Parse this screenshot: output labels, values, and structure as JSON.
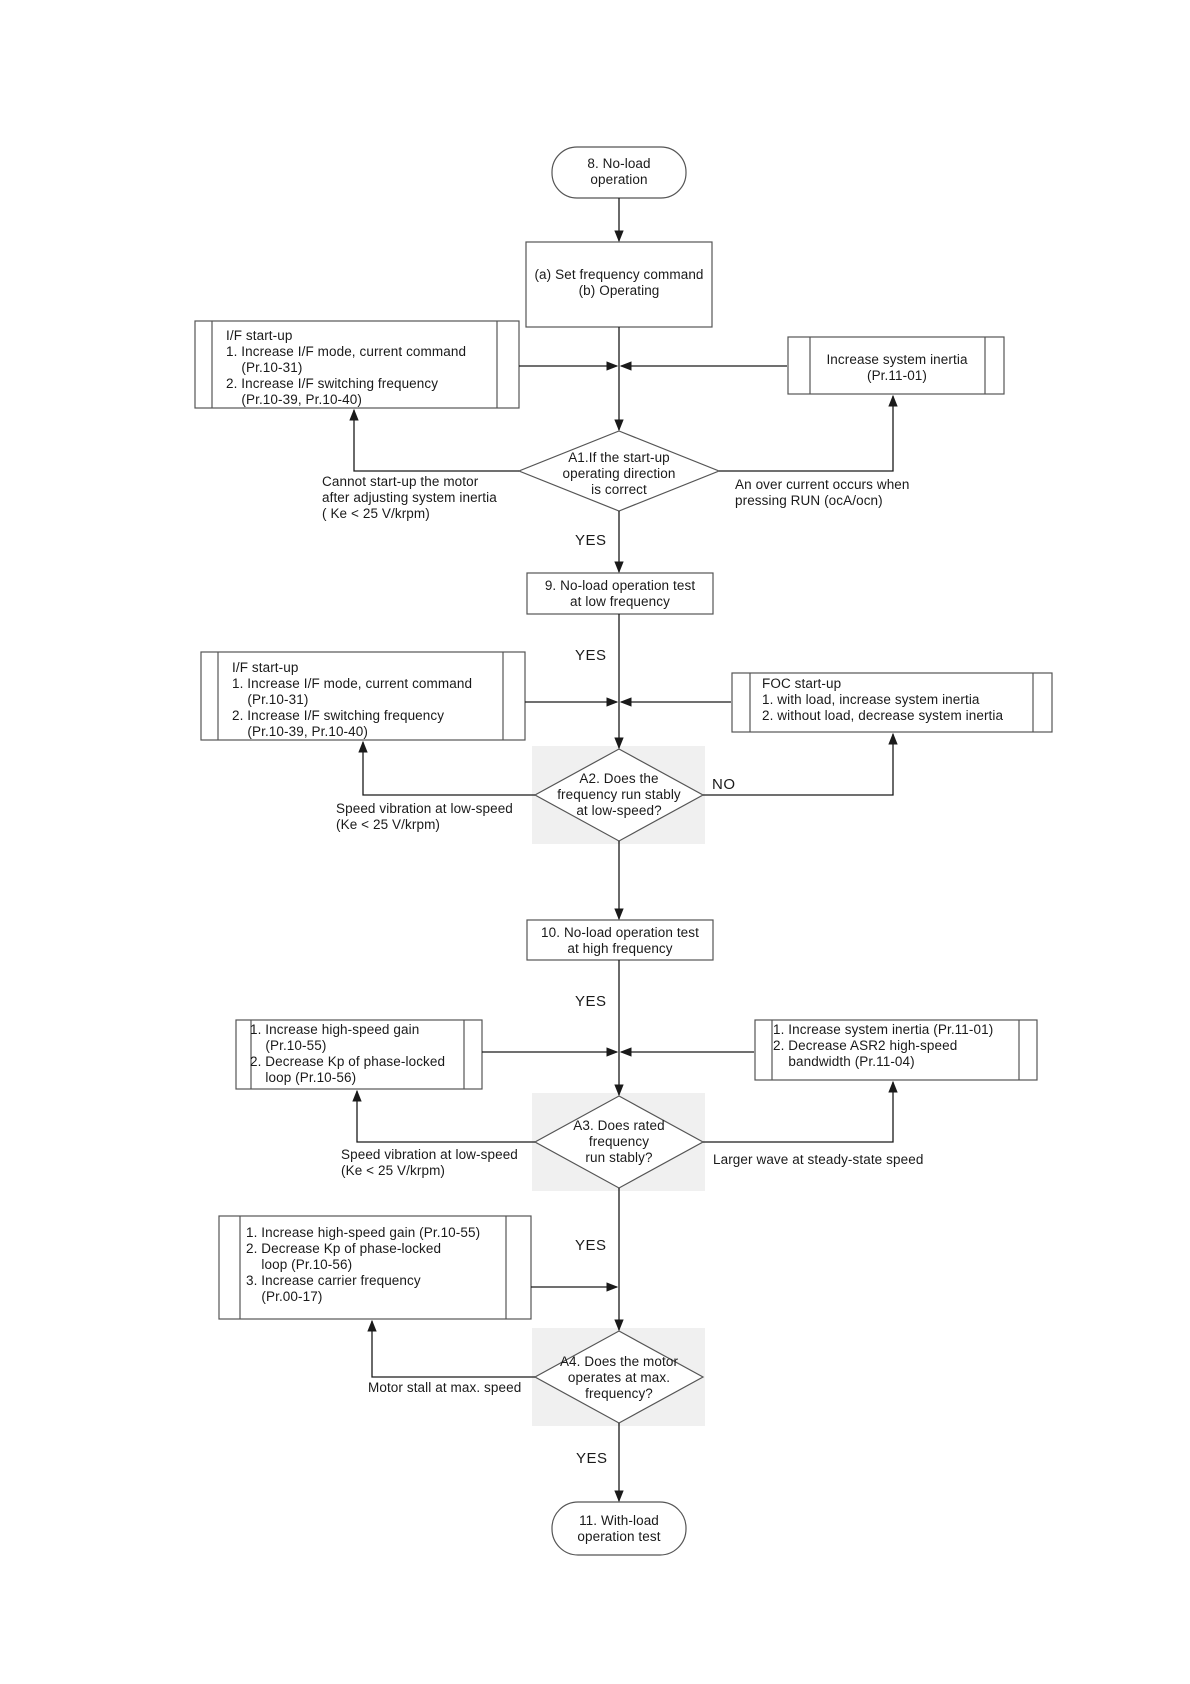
{
  "nodes": {
    "start": {
      "lines": [
        "8. No-load",
        "operation"
      ]
    },
    "set_freq": {
      "lines": [
        "(a) Set frequency command",
        "(b) Operating"
      ]
    },
    "if_startup_1": {
      "lines": [
        "I/F start-up",
        "1. Increase I/F mode, current command",
        "    (Pr.10-31)",
        "2. Increase I/F switching frequency",
        "    (Pr.10-39, Pr.10-40)"
      ]
    },
    "inertia_1": {
      "lines": [
        "Increase system inertia",
        "(Pr.11-01)"
      ]
    },
    "a1": {
      "lines": [
        "A1.If the start-up",
        "operating direction",
        "is correct"
      ]
    },
    "test9": {
      "lines": [
        "9. No-load operation test",
        "at low frequency"
      ]
    },
    "if_startup_2": {
      "lines": [
        "I/F start-up",
        "1. Increase I/F mode, current command",
        "    (Pr.10-31)",
        "2. Increase I/F switching frequency",
        "    (Pr.10-39, Pr.10-40)"
      ]
    },
    "foc_startup": {
      "lines": [
        "FOC start-up",
        "1. with load, increase system inertia",
        "2. without load, decrease system inertia"
      ]
    },
    "a2": {
      "lines": [
        "A2. Does the",
        "frequency run stably",
        "at low-speed?"
      ]
    },
    "test10": {
      "lines": [
        "10. No-load operation test",
        "at high frequency"
      ]
    },
    "highspeed_1": {
      "lines": [
        "1. Increase high-speed gain",
        "    (Pr.10-55)",
        "2. Decrease Kp of phase-locked",
        "    loop (Pr.10-56)"
      ]
    },
    "inertia_asr": {
      "lines": [
        "1. Increase system inertia (Pr.11-01)",
        "2. Decrease ASR2 high-speed",
        "    bandwidth (Pr.11-04)"
      ]
    },
    "a3": {
      "lines": [
        "A3. Does rated",
        "frequency",
        "run stably?"
      ]
    },
    "highspeed_2": {
      "lines": [
        "1. Increase high-speed gain (Pr.10-55)",
        "2. Decrease Kp of phase-locked",
        "    loop (Pr.10-56)",
        "3. Increase carrier frequency",
        "    (Pr.00-17)"
      ]
    },
    "a4": {
      "lines": [
        "A4. Does the motor",
        "operates at max.",
        "frequency?"
      ]
    },
    "end": {
      "lines": [
        "11. With-load",
        "operation test"
      ]
    }
  },
  "edge_labels": {
    "a1_left": {
      "lines": [
        "Cannot start-up the motor",
        "after adjusting system inertia",
        "( Ke < 25 V/krpm)"
      ]
    },
    "a1_right": {
      "lines": [
        "An over current occurs when",
        "pressing RUN (ocA/ocn)"
      ]
    },
    "a1_yes": {
      "lines": [
        "YES"
      ]
    },
    "t9_yes": {
      "lines": [
        "YES"
      ]
    },
    "a2_left": {
      "lines": [
        "Speed vibration at low-speed",
        "(Ke < 25 V/krpm)"
      ]
    },
    "a2_no": {
      "lines": [
        "NO"
      ]
    },
    "t10_yes": {
      "lines": [
        "YES"
      ]
    },
    "a3_left": {
      "lines": [
        "Speed vibration at low-speed",
        "(Ke < 25 V/krpm)"
      ]
    },
    "a3_right": {
      "lines": [
        "Larger wave at steady-state speed"
      ]
    },
    "a3_yes": {
      "lines": [
        "YES"
      ]
    },
    "a4_left": {
      "lines": [
        "Motor stall at max. speed"
      ]
    },
    "a4_yes": {
      "lines": [
        "YES"
      ]
    }
  }
}
